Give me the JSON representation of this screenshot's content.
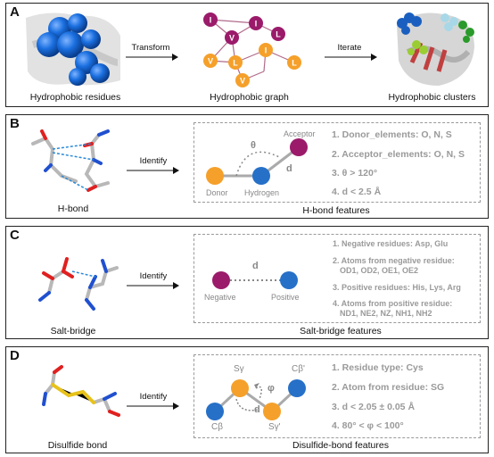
{
  "panelA": {
    "label": "A",
    "caption_left": "Hydrophobic residues",
    "arrow1": "Transform",
    "caption_mid": "Hydrophobic graph",
    "arrow2": "Iterate",
    "caption_right": "Hydrophobic clusters",
    "graph_nodes": [
      "I",
      "V",
      "I",
      "L",
      "V",
      "L",
      "I",
      "L",
      "V"
    ]
  },
  "panelB": {
    "label": "B",
    "caption_left": "H-bond",
    "arrow": "Identify",
    "caption_right": "H-bond features",
    "acceptor": "Acceptor",
    "donor": "Donor",
    "hydrogen": "Hydrogen",
    "theta": "θ",
    "d": "d",
    "features": [
      "1. Donor_elements: O, N, S",
      "2. Acceptor_elements: O, N, S",
      "3. θ > 120°",
      "4. d < 2.5 Å"
    ]
  },
  "panelC": {
    "label": "C",
    "caption_left": "Salt-bridge",
    "arrow": "Identify",
    "caption_right": "Salt-bridge features",
    "negative": "Negative",
    "positive": "Positive",
    "d": "d",
    "features": [
      {
        "l1": "1. Negative residues: Asp, Glu",
        "l2": ""
      },
      {
        "l1": "2. Atoms from negative residue:",
        "l2": "OD1, OD2, OE1, OE2"
      },
      {
        "l1": "3. Positive residues: His, Lys, Arg",
        "l2": ""
      },
      {
        "l1": "4. Atoms from positive residue:",
        "l2": "ND1, NE2, NZ, NH1, NH2"
      }
    ]
  },
  "panelD": {
    "label": "D",
    "caption_left": "Disulfide bond",
    "arrow": "Identify",
    "caption_right": "Disulfide-bond features",
    "sg1": "Sγ",
    "sg2": "Sγ'",
    "cb1": "Cβ",
    "cb2": "Cβ'",
    "phi": "φ",
    "d": "d",
    "features": [
      "1. Residue type: Cys",
      "2. Atom from residue: SG",
      "3. d < 2.05 ± 0.05 Å",
      "4. 80° < φ < 100°"
    ]
  },
  "colors": {
    "orange": "#f5a02a",
    "purple": "#9b1a6a",
    "blue": "#2670c8",
    "gray": "#9a9a9a"
  }
}
